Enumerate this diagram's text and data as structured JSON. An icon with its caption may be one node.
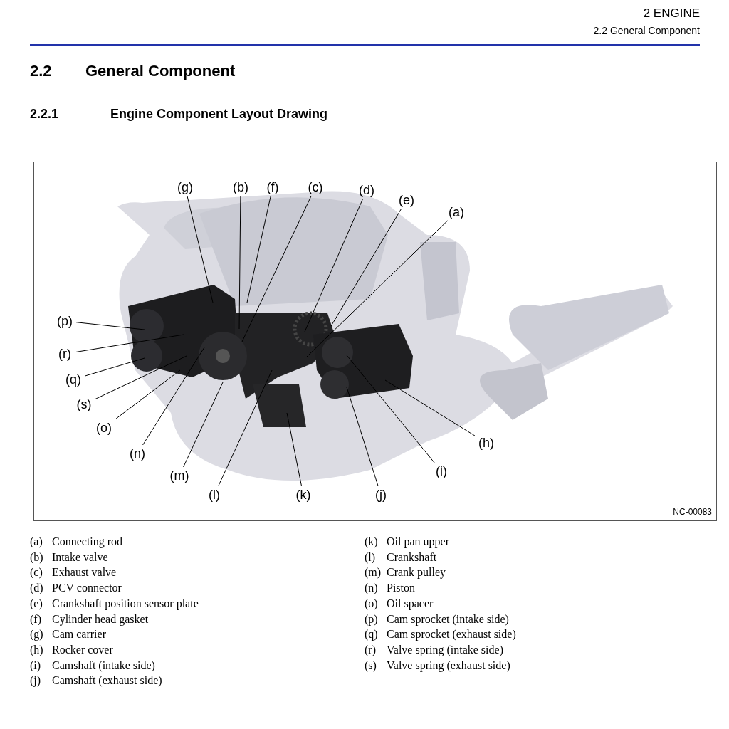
{
  "diagram": {
    "title": "General Component",
    "nodes": [
      {
        "text": [
          "(g)"
        ]
      },
      {
        "text": [
          "(b)"
        ]
      },
      {
        "text": [
          "(f)"
        ]
      },
      {
        "text": [
          "(c)"
        ]
      },
      {
        "text": [
          "(d)"
        ]
      },
      {
        "text": [
          "(e)"
        ]
      },
      {
        "text": [
          "(a)"
        ]
      },
      {
        "text": [
          "(p)"
        ]
      },
      {
        "text": [
          "(r)"
        ]
      },
      {
        "text": [
          "(q)"
        ]
      },
      {
        "text": [
          "(s)"
        ]
      },
      {
        "text": [
          "(o)"
        ]
      },
      {
        "text": [
          "(h)"
        ]
      },
      {
        "text": [
          "(n)"
        ]
      },
      {
        "text": [
          "(i)"
        ]
      },
      {
        "text": [
          "(m)"
        ]
      },
      {
        "text": [
          "(l)"
        ]
      },
      {
        "text": [
          "(k)"
        ]
      },
      {
        "text": [
          "(j)"
        ]
      }
    ],
    "edges": [
      {
        "from": 0,
        "to": null,
        "arrow": "none"
      },
      {
        "from": 1,
        "to": null,
        "arrow": "none"
      },
      {
        "from": 2,
        "to": null,
        "arrow": "none"
      },
      {
        "from": 3,
        "to": null,
        "arrow": "none"
      },
      {
        "from": 4,
        "to": null,
        "arrow": "none"
      },
      {
        "from": 5,
        "to": null,
        "arrow": "none"
      },
      {
        "from": 6,
        "to": null,
        "arrow": "none"
      },
      {
        "from": 7,
        "to": null,
        "arrow": "none"
      },
      {
        "from": 8,
        "to": null,
        "arrow": "none"
      },
      {
        "from": 9,
        "to": null,
        "arrow": "none"
      },
      {
        "from": 10,
        "to": null,
        "arrow": "none"
      },
      {
        "from": 11,
        "to": null,
        "arrow": "none"
      },
      {
        "from": 12,
        "to": null,
        "arrow": "none"
      },
      {
        "from": 13,
        "to": null,
        "arrow": "none"
      },
      {
        "from": 14,
        "to": null,
        "arrow": "none"
      },
      {
        "from": 15,
        "to": null,
        "arrow": "none"
      },
      {
        "from": 16,
        "to": null,
        "arrow": "none"
      },
      {
        "from": 17,
        "to": null,
        "arrow": "none"
      },
      {
        "from": 18,
        "to": null,
        "arrow": "none"
      }
    ],
    "labels": [
      "2 ENGINE",
      "2.2 General Component",
      "2.2",
      "2.2.1",
      "Engine Component Layout Drawing",
      "NC-00083",
      "(a)",
      "Connecting rod",
      "(b)",
      "Intake valve",
      "(c)",
      "Exhaust valve",
      "(d)",
      "PCV connector",
      "(e)",
      "Crankshaft position sensor plate",
      "(f)",
      "Cylinder head gasket",
      "(g)",
      "Cam carrier",
      "(h)",
      "Rocker cover",
      "(i)",
      "Camshaft (intake side)",
      "(j)",
      "Camshaft (exhaust side)",
      "(k)",
      "Oil pan upper",
      "(l)",
      "Crankshaft",
      "(m)",
      "Crank pulley",
      "(n)",
      "Piston",
      "(o)",
      "Oil spacer",
      "(p)",
      "Cam sprocket (intake side)",
      "(q)",
      "Cam sprocket (exhaust side)",
      "(r)",
      "Valve spring (intake side)",
      "(s)",
      "Valve spring (exhaust side)"
    ]
  }
}
